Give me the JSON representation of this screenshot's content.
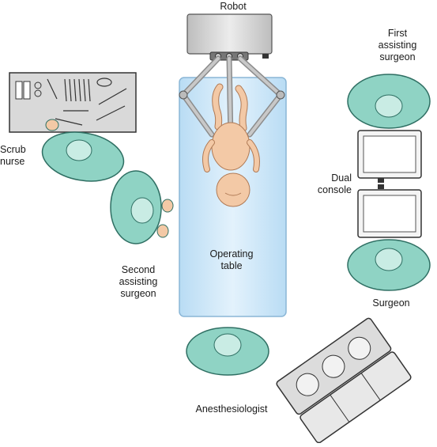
{
  "labels": {
    "robot": "Robot",
    "first_assisting": [
      "First",
      "assisting",
      "surgeon"
    ],
    "scrub_nurse": [
      "Scrub",
      "nurse"
    ],
    "dual_console": [
      "Dual",
      "console"
    ],
    "operating_table": [
      "Operating",
      "table"
    ],
    "second_assisting": [
      "Second",
      "assisting",
      "surgeon"
    ],
    "surgeon": "Surgeon",
    "anesthesiologist": "Anesthesiologist"
  },
  "colors": {
    "gown": "#8fd3c4",
    "gown_shadow": "#5fb3a3",
    "table": "#d6ecfa",
    "table_edge": "#9cc4e0",
    "robot_box": "#d9d9d9",
    "skin": "#f3c9a6",
    "console_screen": "#f4f4f4",
    "tray": "#d8d8d8"
  }
}
